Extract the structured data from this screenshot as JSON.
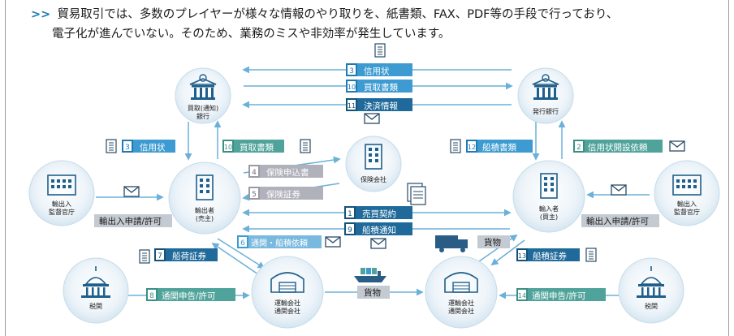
{
  "headline": {
    "mark": ">>",
    "line1": "貿易取引では、多数のプレイヤーが様々な情報のやり取りを、紙書類、FAX、PDF等の手段で行っており、",
    "line2": "電子化が進んでいない。そのため、業務のミスや非効率が発生しています。"
  },
  "nodes": {
    "buying_bank": {
      "line1": "買取(通知)",
      "line2": "銀行"
    },
    "issuing_bank": {
      "line1": "発行銀行"
    },
    "insurer": {
      "line1": "保険会社"
    },
    "exporter": {
      "line1": "輸出者",
      "line2": "(売主)"
    },
    "importer": {
      "line1": "輸入者",
      "line2": "(買主)"
    },
    "export_authority": {
      "line1": "輸出入",
      "line2": "監督官庁"
    },
    "import_authority": {
      "line1": "輸出入",
      "line2": "監督官庁"
    },
    "customs_left": {
      "line1": "税関"
    },
    "customs_right": {
      "line1": "税関"
    },
    "carrier_left": {
      "line1": "運輸会社",
      "line2": "通関会社"
    },
    "carrier_right": {
      "line1": "運輸会社",
      "line2": "通関会社"
    }
  },
  "flows": [
    {
      "num": "3",
      "text": "信用状"
    },
    {
      "num": "10",
      "text": "買取書類"
    },
    {
      "num": "11",
      "text": "決済情報"
    },
    {
      "num": "3",
      "text": "信用状"
    },
    {
      "num": "10",
      "text": "買取書類"
    },
    {
      "num": "12",
      "text": "船積書類"
    },
    {
      "num": "2",
      "text": "信用状開設依頼"
    },
    {
      "num": "4",
      "text": "保険申込書"
    },
    {
      "num": "5",
      "text": "保険証券"
    },
    {
      "num": "1",
      "text": "売買契約"
    },
    {
      "num": "9",
      "text": "船積通知"
    },
    {
      "num": "6",
      "text": "通関・船積依頼"
    },
    {
      "num": "7",
      "text": "船荷証券"
    },
    {
      "num": "13",
      "text": "船積証券"
    },
    {
      "num": "8",
      "text": "通関申告/許可"
    },
    {
      "num": "14",
      "text": "通関申告/許可"
    }
  ],
  "side_labels": {
    "left_permit": "輸出入申請/許可",
    "right_permit": "輸出入申請/許可",
    "cargo_top": "貨物",
    "cargo_bottom": "貨物"
  },
  "colors": {
    "accent": "#1f7ab3",
    "teal": "#4fa39a",
    "node_fill": "#e3eef6",
    "arrow": "#6ab0d8"
  }
}
